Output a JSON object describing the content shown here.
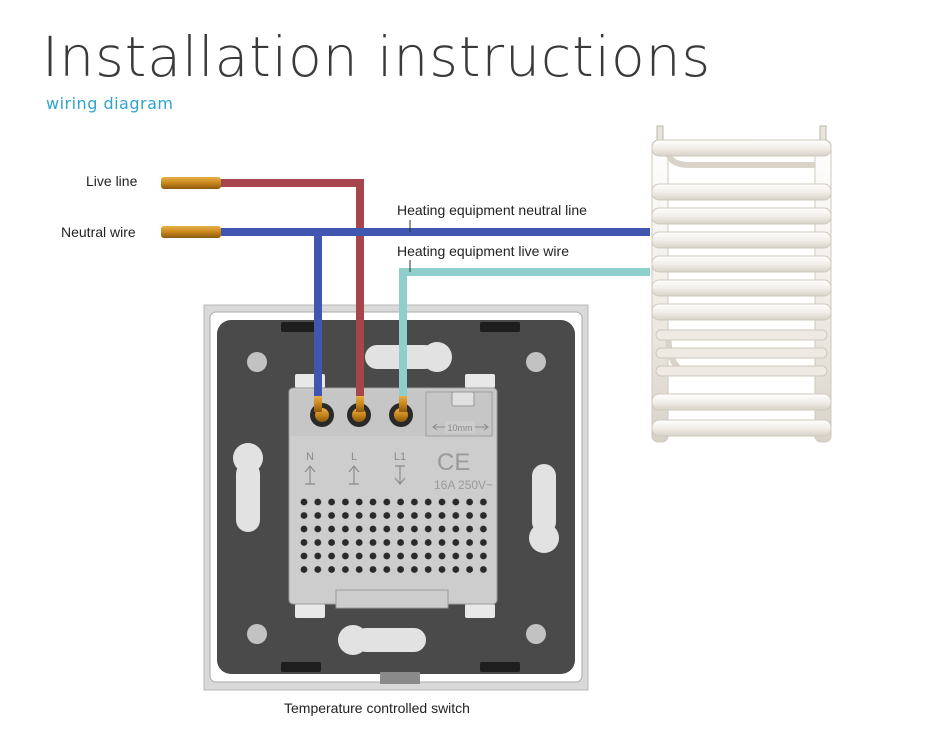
{
  "header": {
    "title": "Installation instructions",
    "subtitle": "wiring diagram"
  },
  "labels": {
    "live_line": "Live line",
    "neutral_wire": "Neutral wire",
    "heating_neutral": "Heating equipment neutral line",
    "heating_live": "Heating equipment live wire",
    "switch_caption": "Temperature controlled switch"
  },
  "module": {
    "terminals": [
      "N",
      "L",
      "L1"
    ],
    "strip_length": "10mm",
    "ce_mark": "CE",
    "rating": "16A 250V~"
  },
  "colors": {
    "live": "#a6464c",
    "neutral": "#4156b0",
    "heating_live": "#8fcfcb",
    "copper": "#c98b18",
    "plate": "#4a4a4a",
    "frame": "#dcdcdc",
    "module": "#cdcdcd",
    "accent": "#2fa3cf"
  }
}
